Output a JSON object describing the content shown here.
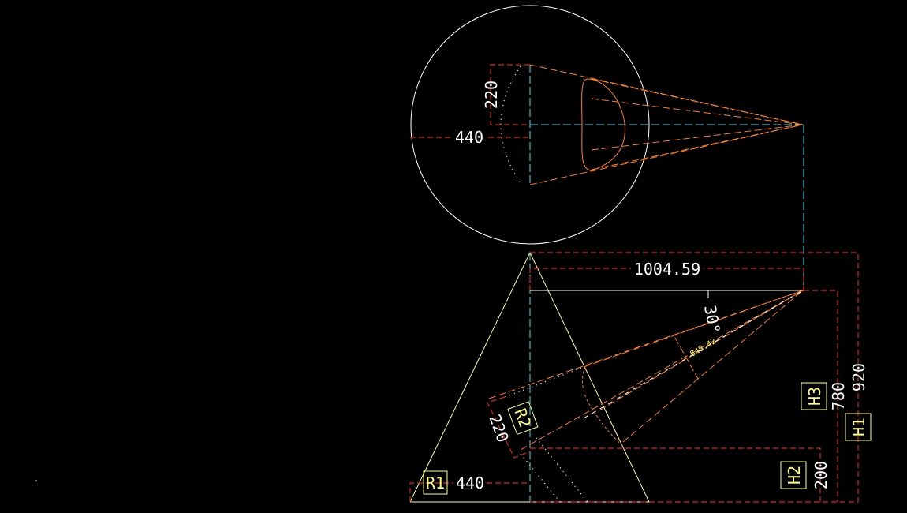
{
  "dimensions": {
    "top_radius": "220",
    "top_diameter": "440",
    "slant_length": "1004.59",
    "angle": "30°",
    "axis_length": "848.42",
    "r2_value": "220",
    "r1_value": "440",
    "h3_value": "780",
    "h1_value": "920",
    "h2_value": "200"
  },
  "tags": {
    "r1": "R1",
    "r2": "R2",
    "h1": "H1",
    "h2": "H2",
    "h3": "H3"
  },
  "colors": {
    "background": "#000000",
    "dimension_lines": "#e02020",
    "construction_lines": "#ff8020",
    "center_lines": "#40e0f0",
    "outline": "#ffffff",
    "cone_outline": "#ffff99",
    "tag_color": "#ffff80"
  }
}
